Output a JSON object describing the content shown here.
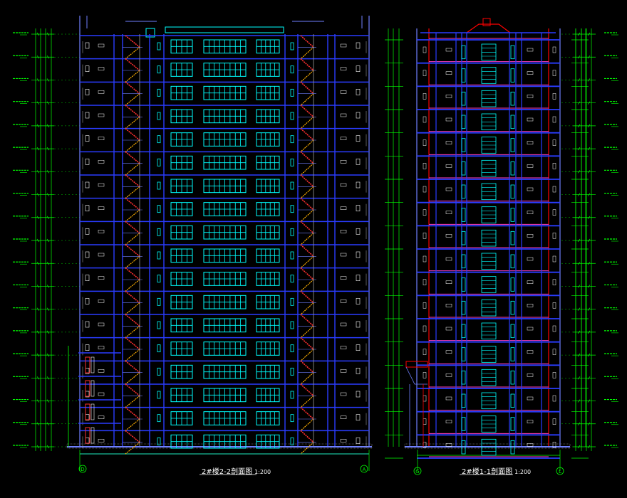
{
  "drawing": {
    "background": "#000000",
    "colors": {
      "dim": "#00ff00",
      "wall": "#2a3cff",
      "wall_light": "#7080ff",
      "window": "#00ffff",
      "stair": "#ff3030",
      "stair_alt": "#ffb000",
      "beam": "#ff0000",
      "slab_pink": "#ff40c0",
      "label": "#ffffff",
      "grey": "#9a9a9a"
    },
    "left_section": {
      "floors": 18,
      "title": "2#楼2-2剖面图",
      "scale": "1:200",
      "axis_left": "D",
      "axis_right": "A"
    },
    "right_section": {
      "floors": 18,
      "title": "2#楼1-1剖面图",
      "scale": "1:200",
      "axis_left": "G",
      "axis_right": "L"
    }
  }
}
